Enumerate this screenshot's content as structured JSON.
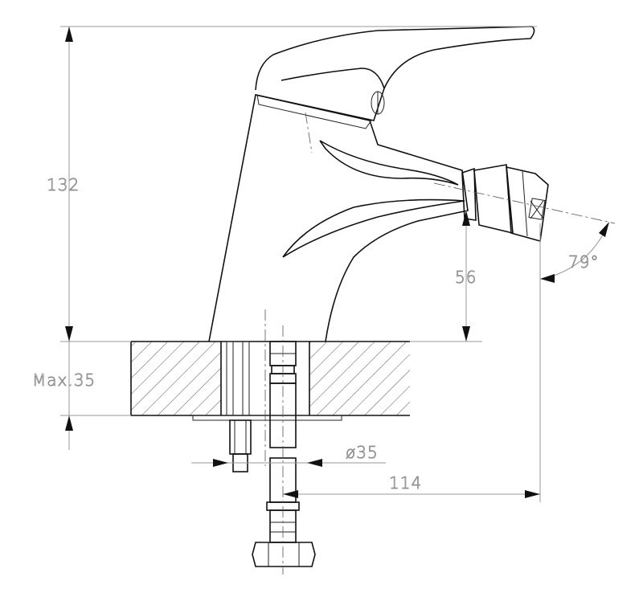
{
  "dimensions": {
    "overall_height": "132",
    "spout_height": "56",
    "deck_max": "Max.35",
    "hole_diameter": "ø35",
    "reach": "114",
    "angle": "79°"
  },
  "colors": {
    "line": "#111111",
    "dimension": "#8a8a8a",
    "background": "#ffffff"
  }
}
